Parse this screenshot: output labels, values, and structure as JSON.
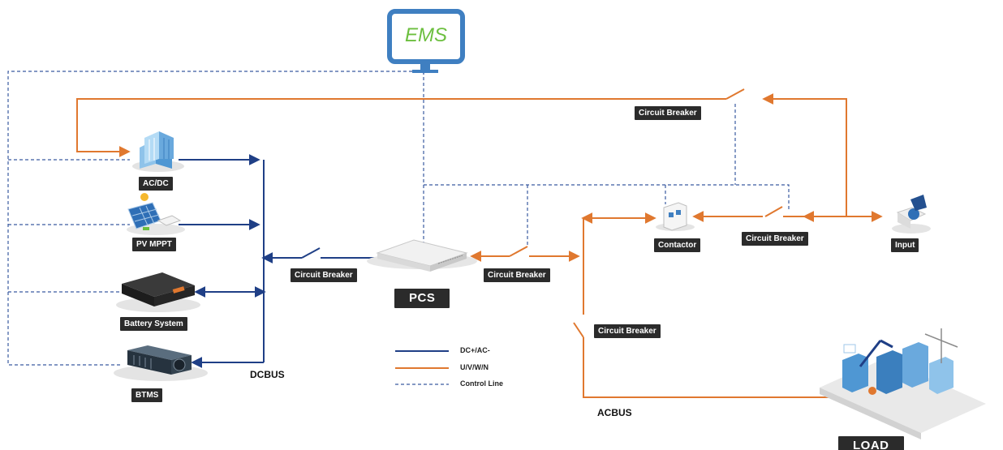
{
  "title": "EMS",
  "components": {
    "acdc": "AC/DC",
    "pv": "PV MPPT",
    "battery": "Battery System",
    "btms": "BTMS",
    "pcs": "PCS",
    "contactor": "Contactor",
    "input": "Input",
    "load": "LOAD"
  },
  "breakers": {
    "top": "Circuit Breaker",
    "dc_side": "Circuit Breaker",
    "ac_side": "Circuit Breaker",
    "acbus": "Circuit Breaker",
    "grid": "Circuit Breaker"
  },
  "buses": {
    "dc": "DCBUS",
    "ac": "ACBUS"
  },
  "legend": {
    "dc": "DC+/AC-",
    "ac": "U/V/W/N",
    "control": "Control Line"
  },
  "colors": {
    "dc_line": "#1f3f86",
    "ac_line": "#e0782f",
    "control_line": "#3a5aa0",
    "ems_frame": "#3f7fc1",
    "ems_text": "#6cbf3f",
    "label_bg": "#2b2b2b"
  }
}
